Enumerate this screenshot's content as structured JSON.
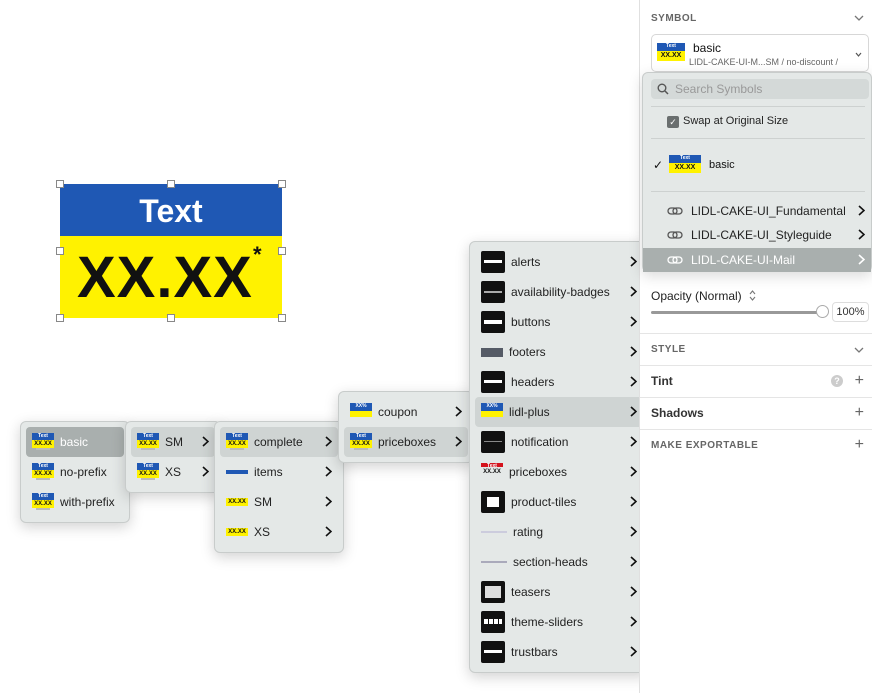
{
  "canvas": {
    "symbol_text": "Text",
    "symbol_price": "XX.XX",
    "symbol_asterisk": "*"
  },
  "thumb": {
    "text": "Text",
    "price": "XX.XX",
    "coupon": "XX%"
  },
  "menu1": {
    "items": [
      {
        "label": "basic"
      },
      {
        "label": "no-prefix"
      },
      {
        "label": "with-prefix"
      }
    ]
  },
  "menu2": {
    "items": [
      {
        "label": "SM"
      },
      {
        "label": "XS"
      }
    ]
  },
  "menu3": {
    "items": [
      {
        "label": "complete"
      },
      {
        "label": "items"
      },
      {
        "label": "SM"
      },
      {
        "label": "XS"
      }
    ]
  },
  "menu4": {
    "items": [
      {
        "label": "coupon"
      },
      {
        "label": "priceboxes"
      }
    ]
  },
  "menu5": {
    "items": [
      {
        "label": "alerts"
      },
      {
        "label": "availability-badges"
      },
      {
        "label": "buttons"
      },
      {
        "label": "footers"
      },
      {
        "label": "headers"
      },
      {
        "label": "lidl-plus"
      },
      {
        "label": "notification"
      },
      {
        "label": "priceboxes"
      },
      {
        "label": "product-tiles"
      },
      {
        "label": "rating"
      },
      {
        "label": "section-heads"
      },
      {
        "label": "teasers"
      },
      {
        "label": "theme-sliders"
      },
      {
        "label": "trustbars"
      }
    ]
  },
  "panel": {
    "symbol_section": "SYMBOL",
    "selected_symbol": "basic",
    "selected_path": "LIDL-CAKE-UI-M...SM / no-discount /",
    "search_placeholder": "Search Symbols",
    "swap_label": "Swap at Original Size",
    "current_symbol": "basic",
    "libraries": [
      {
        "label": "LIDL-CAKE-UI_Fundamental"
      },
      {
        "label": "LIDL-CAKE-UI_Styleguide"
      },
      {
        "label": "LIDL-CAKE-UI-Mail"
      }
    ],
    "opacity_label": "Opacity (Normal)",
    "opacity_value": "100%",
    "style_section": "STYLE",
    "tint_label": "Tint",
    "help_glyph": "?",
    "shadows_label": "Shadows",
    "exportable_section": "MAKE EXPORTABLE"
  },
  "colors": {
    "brand_blue": "#1f58b4",
    "brand_yellow": "#fff200",
    "menu_bg": "#e4e8e7",
    "highlight": "#a9afae"
  }
}
